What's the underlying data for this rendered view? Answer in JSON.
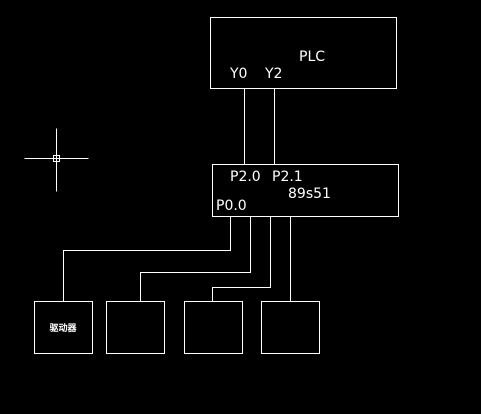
{
  "plc": {
    "title": "PLC",
    "port_y0": "Y0",
    "port_y2": "Y2"
  },
  "mcu": {
    "port_p20": "P2.0",
    "port_p21": "P2.1",
    "model": "89s51",
    "port_p00": "P0.0"
  },
  "driver_boxes": [
    {
      "label": "驱动器"
    },
    {
      "label": ""
    },
    {
      "label": ""
    },
    {
      "label": ""
    }
  ],
  "colors": {
    "background": "#000000",
    "line": "#ffffff"
  },
  "icons": {
    "cursor": "crosshair-cursor-icon"
  }
}
